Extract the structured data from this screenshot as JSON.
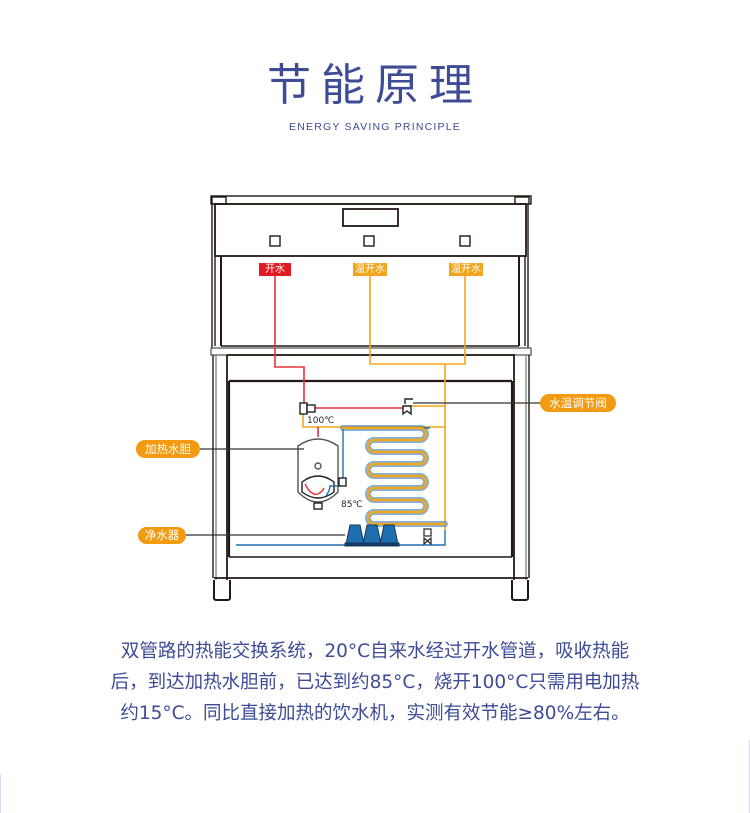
{
  "header": {
    "title": "节能原理",
    "subtitle": "ENERGY SAVING PRINCIPLE"
  },
  "diagram": {
    "tap_labels": [
      "开水",
      "温开水",
      "温开水"
    ],
    "callouts": {
      "heating_tank": "加热水胆",
      "water_purifier": "净水器",
      "temp_valve": "水温调节阀"
    },
    "temps": {
      "boiling": "100℃",
      "preheat": "85℃"
    },
    "colors": {
      "hot_pipe": "#e8333a",
      "warm_pipe": "#f3a51c",
      "cold_pipe": "#1e6fb0",
      "callout_bg": "#f29a12",
      "hot_label_bg": "#e21a23",
      "frame": "#231815",
      "text_blue": "#3e4c96"
    }
  },
  "description": {
    "lines": [
      "双管路的热能交换系统，20°C自来水经过开水管道，吸收热能",
      "后，到达加热水胆前，已达到约85°C，烧开100°C只需用电加热",
      "约15°C。同比直接加热的饮水机，实测有效节能≥80%左右。"
    ]
  }
}
